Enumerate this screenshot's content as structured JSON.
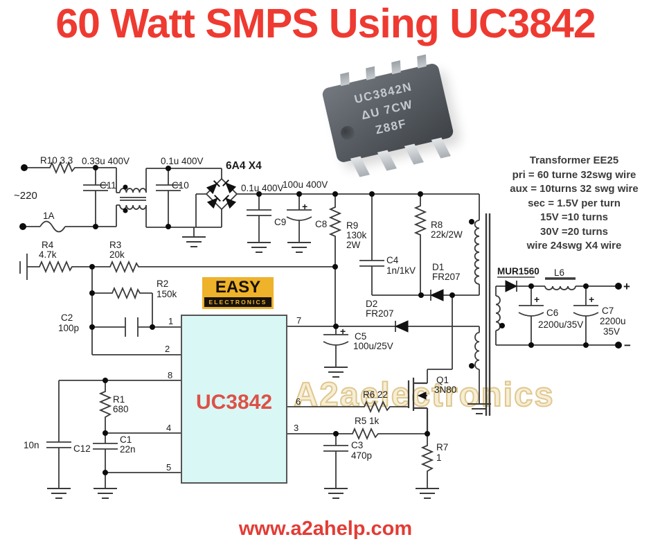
{
  "title": "60 Watt SMPS Using UC3842",
  "website": "www.a2ahelp.com",
  "watermark": "A2aelectronics",
  "logo": {
    "top": "EASY",
    "bottom": "ELECTRONICS"
  },
  "chip": {
    "line1": "UC3842N",
    "line2": "ΔU 7CW",
    "line3": "Z88F"
  },
  "transformer_notes": {
    "lines": [
      "Transformer EE25",
      "pri = 60 turne 32swg wire",
      "aux = 10turns 32 swg wire",
      "sec =  1.5V per turn",
      "15V =10 turns",
      "30V =20 turns",
      "wire 24swg X4 wire"
    ]
  },
  "ic_label": "UC3842",
  "pins": {
    "p1": "1",
    "p2": "2",
    "p3": "3",
    "p4": "4",
    "p5": "5",
    "p6": "6",
    "p7": "7",
    "p8": "8"
  },
  "labels": {
    "ac": "~220",
    "fuse": "1A",
    "r10": "R10 3.3",
    "c11_value": "0.33u 400V",
    "c11": "C11",
    "c10_value": "0.1u 400V",
    "c10": "C10",
    "bridge": "6A4 X4",
    "c9_value": "0.1u 400V",
    "c9": "C9",
    "c8_value": "100u 400V",
    "c8": "C8",
    "r9": "R9",
    "r9_v1": "130k",
    "r9_v2": "2W",
    "c4": "C4",
    "c4_v": "1n/1kV",
    "r8": "R8",
    "r8_v": "22k/2W",
    "d1": "D1",
    "d1_v": "FR207",
    "d2": "D2",
    "d2_v": "FR207",
    "r4": "R4",
    "r4_v": "4.7k",
    "r3": "R3",
    "r3_v": "20k",
    "r2": "R2",
    "r2_v": "150k",
    "c2": "C2",
    "c2_v": "100p",
    "r1": "R1",
    "r1_v": "680",
    "c12_v": "10n",
    "c12": "C12",
    "c1": "C1",
    "c1_v": "22n",
    "c5": "C5",
    "c5_v": "100u/25V",
    "r6": "R6 22",
    "r5": "R5 1k",
    "c3": "C3",
    "c3_v": "470p",
    "r7": "R7",
    "r7_v": "1",
    "q1": "Q1",
    "q1_v": "3N80",
    "mur": "MUR1560",
    "l6": "L6",
    "c6": "C6",
    "c6_v": "2200u/35V",
    "c7": "C7",
    "c7_v1": "2200u",
    "c7_v2": "35V",
    "out_plus": "+",
    "out_minus": "−",
    "plus": "+"
  },
  "colors": {
    "accent_red": "#ee3a31",
    "ic_text": "#dd5048",
    "block_fill": "#d9f7f4",
    "logo_yellow": "#eeb22b",
    "watermark_gold": "#e0c78e"
  }
}
